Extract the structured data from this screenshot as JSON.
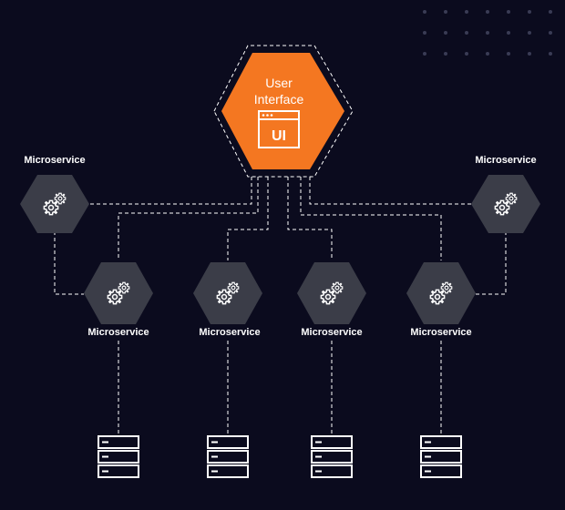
{
  "colors": {
    "background": "#0b0b1e",
    "accent": "#f47721",
    "node": "#3b3d48",
    "line": "#ffffff",
    "dots": "#3a3c55"
  },
  "ui_node": {
    "title_line1": "User",
    "title_line2": "Interface",
    "badge": "UI",
    "icon": "browser-window-icon"
  },
  "microservices": [
    {
      "label": "Microservice",
      "icon": "gears-icon"
    },
    {
      "label": "Microservice",
      "icon": "gears-icon"
    },
    {
      "label": "Microservice",
      "icon": "gears-icon"
    },
    {
      "label": "Microservice",
      "icon": "gears-icon"
    },
    {
      "label": "Microservice",
      "icon": "gears-icon"
    },
    {
      "label": "Microservice",
      "icon": "gears-icon"
    }
  ],
  "databases": [
    {
      "icon": "server-stack-icon"
    },
    {
      "icon": "server-stack-icon"
    },
    {
      "icon": "server-stack-icon"
    },
    {
      "icon": "server-stack-icon"
    }
  ]
}
